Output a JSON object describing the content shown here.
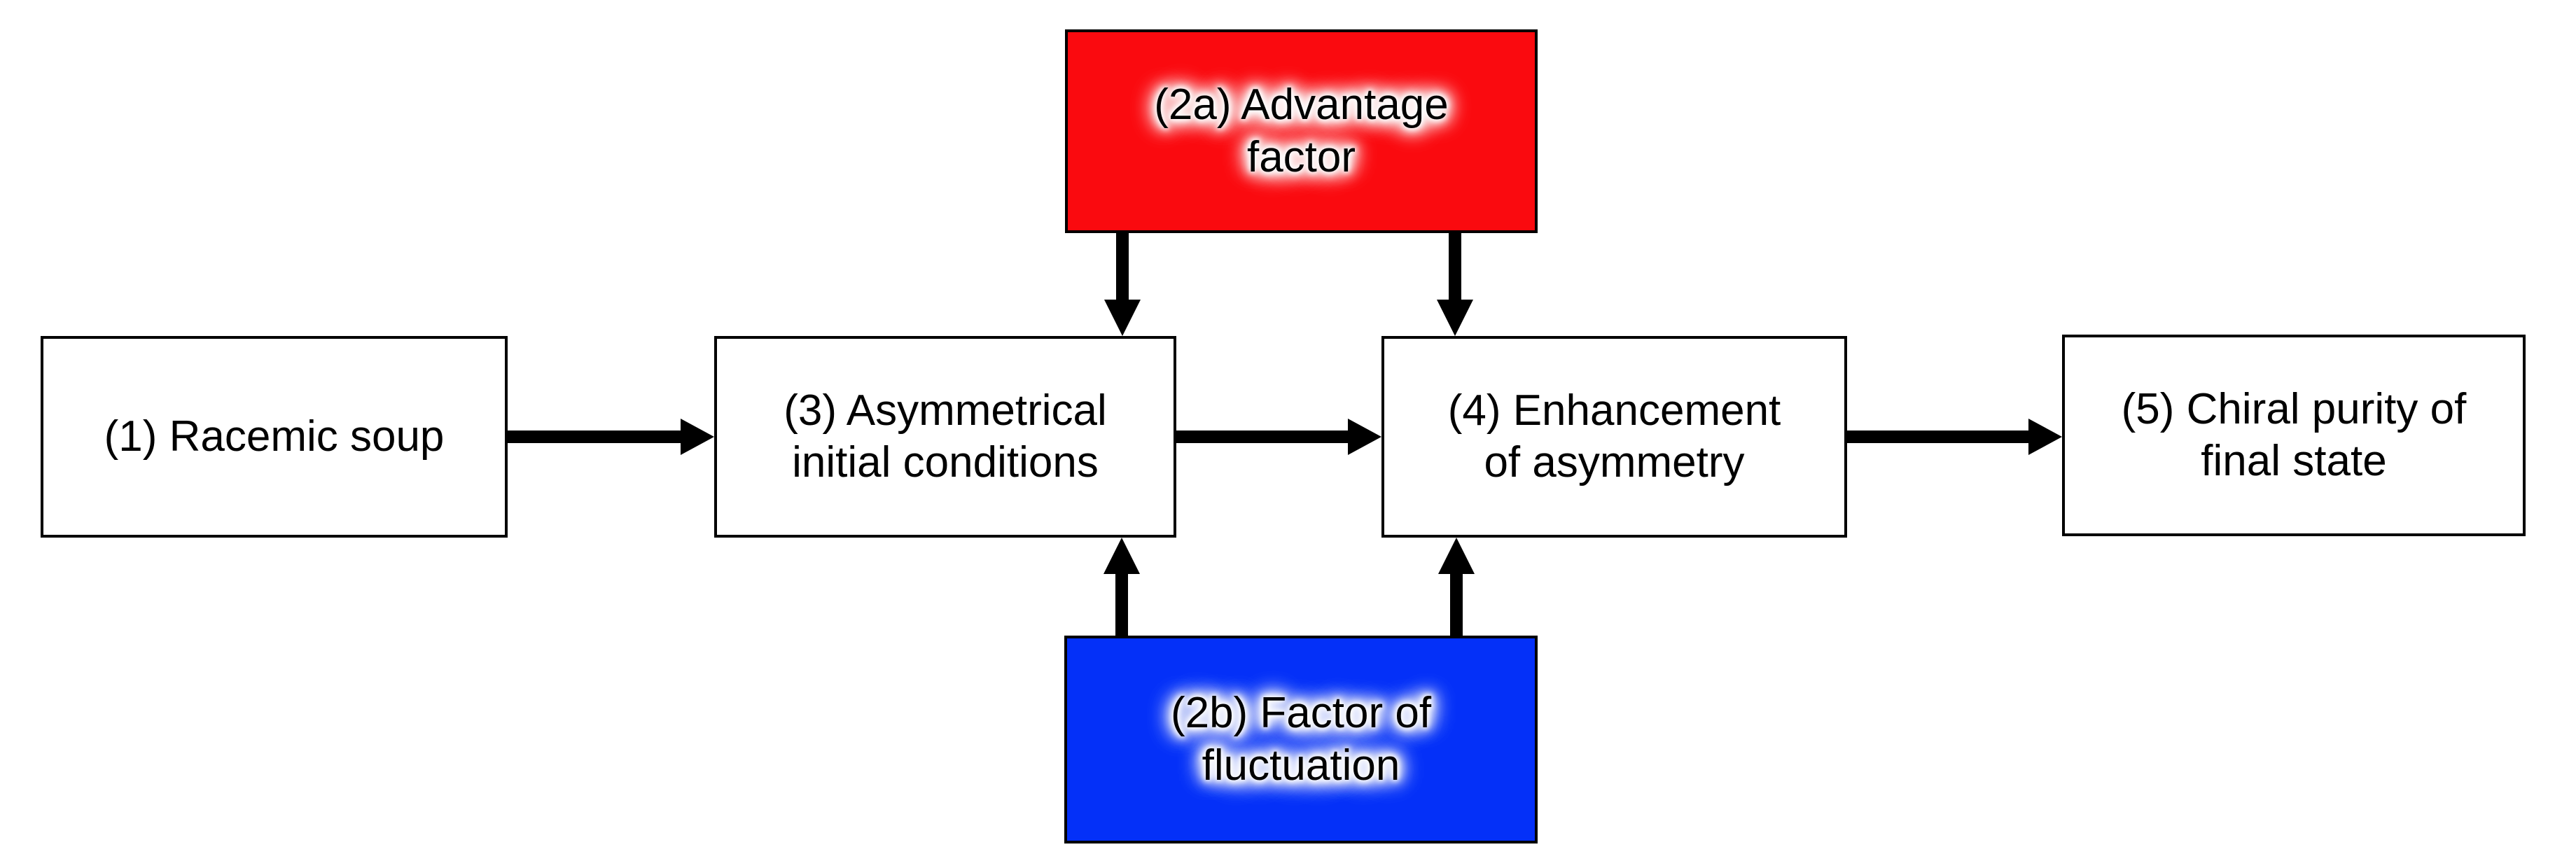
{
  "diagram": {
    "background_color": "#ffffff",
    "line_color": "#000000",
    "nodes": {
      "n1": {
        "id": "1",
        "label": "(1) Racemic soup",
        "fill": "#ffffff",
        "text_color": "#000000"
      },
      "n2a": {
        "id": "2a",
        "label": "(2a) Advantage\nfactor",
        "fill": "#fa0a0f",
        "text_color": "#000000",
        "text_glow": "#ffffff"
      },
      "n2b": {
        "id": "2b",
        "label": "(2b) Factor of\nfluctuation",
        "fill": "#0430f8",
        "text_color": "#000000",
        "text_glow": "#ffffff"
      },
      "n3": {
        "id": "3",
        "label": "(3) Asymmetrical\ninitial conditions",
        "fill": "#ffffff",
        "text_color": "#000000"
      },
      "n4": {
        "id": "4",
        "label": "(4) Enhancement\nof asymmetry",
        "fill": "#ffffff",
        "text_color": "#000000"
      },
      "n5": {
        "id": "5",
        "label": "(5) Chiral purity of\nfinal state",
        "fill": "#ffffff",
        "text_color": "#000000"
      }
    },
    "edges": [
      {
        "from": "1",
        "to": "3",
        "direction": "right"
      },
      {
        "from": "3",
        "to": "4",
        "direction": "right"
      },
      {
        "from": "4",
        "to": "5",
        "direction": "right"
      },
      {
        "from": "2a",
        "to": "3",
        "direction": "down"
      },
      {
        "from": "2a",
        "to": "4",
        "direction": "down"
      },
      {
        "from": "2b",
        "to": "3",
        "direction": "up"
      },
      {
        "from": "2b",
        "to": "4",
        "direction": "up"
      }
    ]
  }
}
